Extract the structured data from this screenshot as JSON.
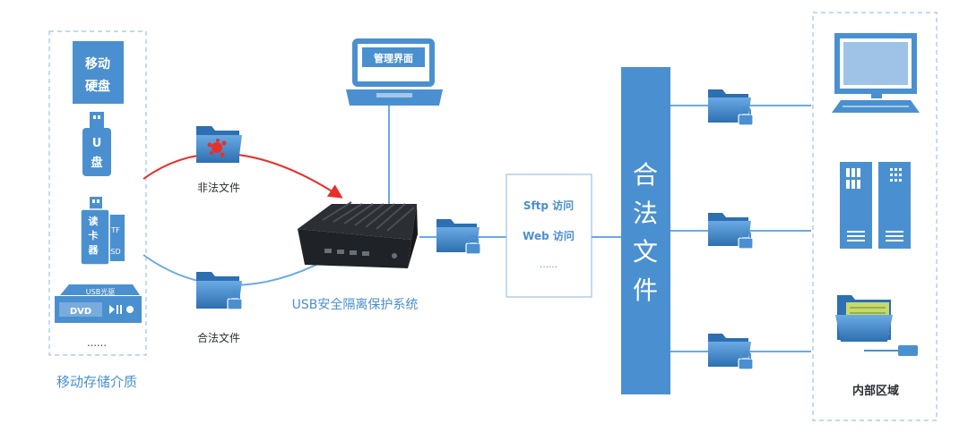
{
  "colors": {
    "blue": "#4a90d0",
    "blue_light": "#6aaae4",
    "blue_dark": "#2d6fb0",
    "red": "#e8302a",
    "dark": "#2b2e33",
    "text_blue": "#4a8fd0",
    "border": "#9ec3e6"
  },
  "left_panel": {
    "hdd_label_line1": "移动",
    "hdd_label_line2": "硬盘",
    "usb_label_line1": "U",
    "usb_label_line2": "盘",
    "reader_label_line1": "读",
    "reader_label_line2": "卡",
    "reader_label_line3": "器",
    "reader_tf": "TF",
    "reader_sd": "SD",
    "drive_label": "USB光驱",
    "dvd_label": "DVD",
    "ellipsis": "……",
    "caption": "移动存储介质"
  },
  "flows": {
    "illegal_label": "非法文件",
    "legal_label": "合法文件"
  },
  "center": {
    "laptop_screen_label": "管理界面",
    "device_caption": "USB安全隔离保护系统"
  },
  "access_box": {
    "sftp": "Sftp 访问",
    "web": "Web 访问",
    "ellipsis": "……"
  },
  "legal_bar": {
    "chars": [
      "合",
      "法",
      "文",
      "件"
    ]
  },
  "right_panel": {
    "caption": "内部区域"
  }
}
